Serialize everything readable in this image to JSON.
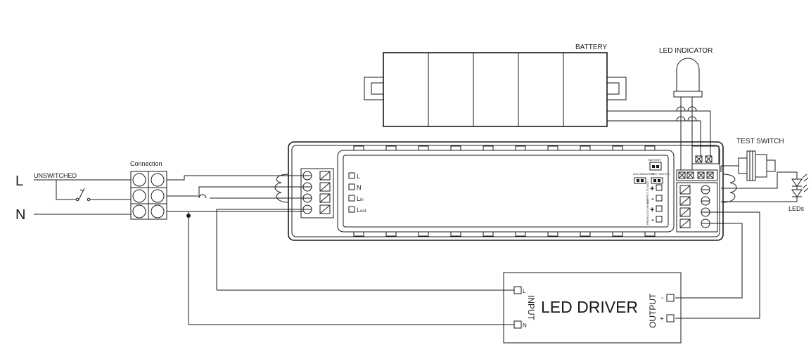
{
  "labels": {
    "battery": "BATTERY",
    "led_indicator": "LED INDICATOR",
    "test_switch": "TEST SWITCH",
    "connection": "Connection",
    "unswitched": "UNSWITCHED",
    "line_L": "L",
    "line_N": "N",
    "leds": "LEDs",
    "led_driver": "LED DRIVER",
    "input": "INPUT",
    "output": "OUTPUT",
    "driver_in_L": "L",
    "driver_in_N": "N",
    "driver_out_minus": "-",
    "driver_out_plus": "+"
  },
  "module": {
    "terminals": [
      {
        "main": "L",
        "sub": ""
      },
      {
        "main": "N",
        "sub": ""
      },
      {
        "main": "L",
        "sub": "in"
      },
      {
        "main": "L",
        "sub": "out"
      }
    ],
    "battery": "BATTERY",
    "led_indicator": "LED INDICATOR",
    "test_switch": "TEST SWITCH",
    "output_to_led": "OUTPUT TO LED",
    "from_led_driver": "FROM LED DRIVER",
    "plus": "+",
    "minus": "-"
  }
}
